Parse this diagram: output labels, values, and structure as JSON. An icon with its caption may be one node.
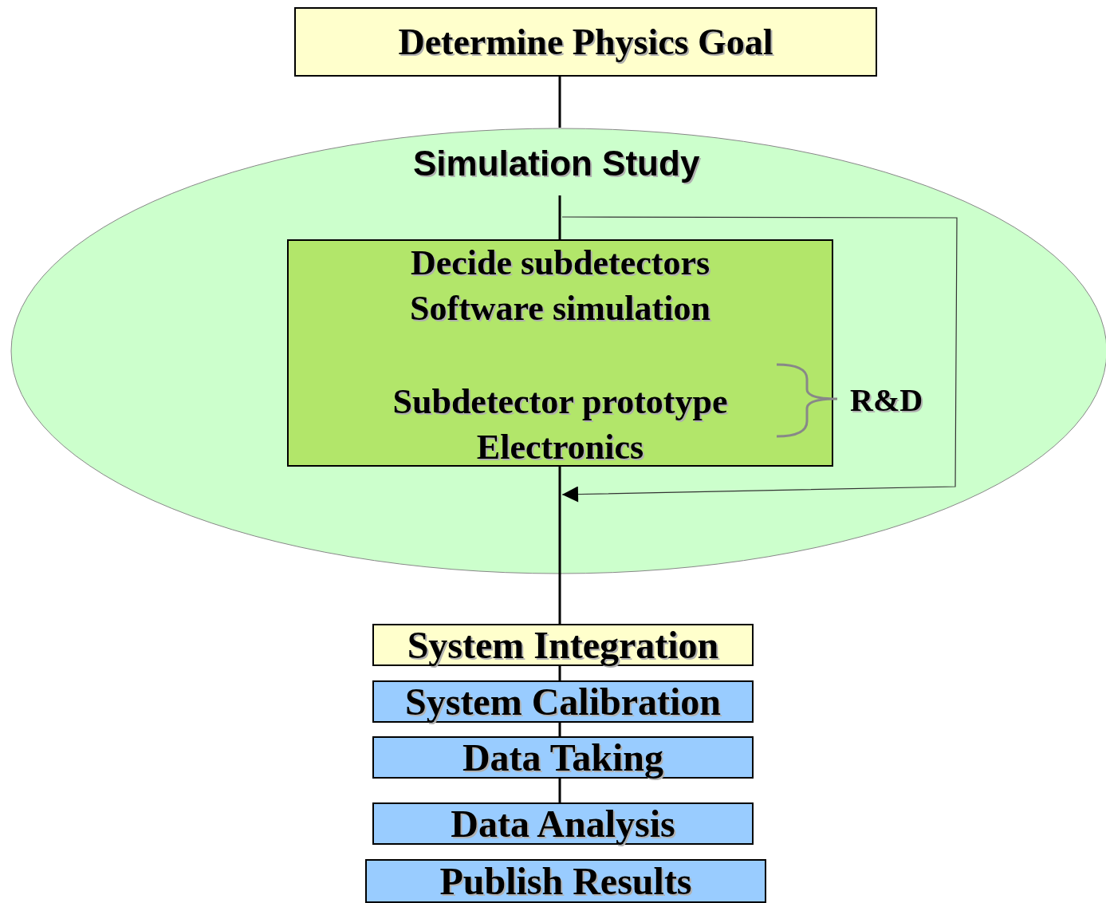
{
  "diagram": {
    "nodes": [
      {
        "text": [
          "Determine Physics Goal"
        ]
      },
      {
        "text": [
          "Simulation Study"
        ]
      },
      {
        "text": [
          "Decide subdetectors",
          "Software simulation",
          "Subdetector prototype",
          "Electronics"
        ],
        "in": 1
      },
      {
        "text": [
          "System Integration"
        ]
      },
      {
        "text": [
          "System Calibration"
        ]
      },
      {
        "text": [
          "Data Taking"
        ]
      },
      {
        "text": [
          "Data Analysis"
        ]
      },
      {
        "text": [
          "Publish Results"
        ]
      }
    ],
    "edges": [
      {
        "from": 0,
        "to": 1,
        "arrow": "none"
      },
      {
        "from": null,
        "to": 2,
        "arrow": "none"
      },
      {
        "from": 2,
        "to": 3,
        "arrow": "none"
      },
      {
        "from": 2,
        "to": 2,
        "arrow": "to"
      },
      {
        "from": 3,
        "to": 4,
        "arrow": "none"
      },
      {
        "from": 4,
        "to": 5,
        "arrow": "none"
      },
      {
        "from": 5,
        "to": 6,
        "arrow": "none"
      }
    ],
    "labels": [
      "R&D"
    ]
  }
}
